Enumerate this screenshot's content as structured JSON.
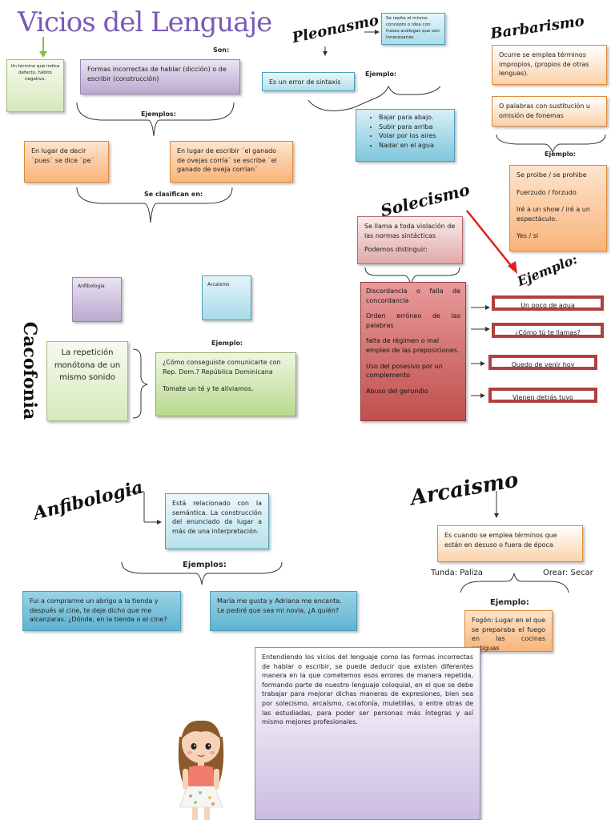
{
  "title": "Vicios del Lenguaje",
  "top": {
    "note": "Un término que indica defecto, hábito negativo.",
    "son_label": "Son:",
    "definition": "Formas incorrectas de hablar (dicción) o de escribir (construcción)",
    "ejemplos_label": "Ejemplos:",
    "example1": "En lugar de decir ¨pues¨ se dice ¨pe¨",
    "example2": "En lugar de escribir ¨el ganado de ovejas corría¨ se escribe ¨el ganado de oveja corrían¨",
    "clasifican_label": "Se clasifican en:",
    "class1": "Anfibología",
    "class2": "Arcaismo"
  },
  "pleonasmo": {
    "title": "Pleonasmo",
    "definition": "Se repite el mismo concepto o idea con frases análogas que son innecesarias",
    "error": "Es un error de sintaxis",
    "ejemplo_label": "Ejemplo:",
    "examples": [
      "Bajar para abajo.",
      "Subir para arriba",
      "Volar por los aires",
      "Nadar en el agua"
    ]
  },
  "barbarismo": {
    "title": "Barbarismo",
    "definition": "Ocurre se emplea términos impropios, (propios de otras lenguas).",
    "definition2": "O palabras con sustitución u omisión de fonemas",
    "ejemplo_label": "Ejemplo:",
    "examples": [
      "Se proibe / se prohibe",
      "Fuerzudo / forzudo",
      "Iré a un show / iré a un espectáculo.",
      "Yes / si"
    ]
  },
  "solecismo": {
    "title": "Solecismo",
    "definition": "Se llama a toda violación de las normas sintácticas",
    "distinguish": "Podemos distinguir:",
    "items": [
      "Discordancia o falla de concordancia",
      "Orden erróneo de las palabras",
      "falta de régimen o mal empleo de las preposiciones.",
      "Uso del posesivo por un complemento",
      "Abuso del gerundio"
    ],
    "ejemplo_label": "Ejemplo:",
    "examples": [
      "Un poco de agua",
      "¿Cómo tú te llamas?",
      "Quedo de venir hoy",
      "Vienen detrás tuyo"
    ]
  },
  "cacofonia": {
    "title": "Cacofonia",
    "definition": "La repetición monótona de un mismo sonido",
    "ejemplo_label": "Ejemplo:",
    "example1": "¿Cómo conseguiste comunicarte con Rep. Dom.? República Dominicana",
    "example2": "Tomate un té y te aliviamos."
  },
  "anfibologia": {
    "title": "Anfibologia",
    "definition": "Está relacionado con la semántica. La construcción del enunciado da lugar a más de una interpretación.",
    "ejemplos_label": "Ejemplos:",
    "example1": "Fui a comprarme un abrigo a la tienda y después al cine, te deje dicho que me alcanzaras. ¿Dónde, en la tienda o el cine?",
    "example2": "María me gusta y Adriana me encanta. Le pediré que sea mi novia. ¿A quién?"
  },
  "arcaismo": {
    "title": "Arcaismo",
    "definition": "Es cuando se emplea términos que están en desuso o fuera de época",
    "pair1": "Tunda: Paliza",
    "pair2": "Orear: Secar",
    "ejemplo_label": "Ejemplo:",
    "example": "Fogón: Lugar en el que se preparaba el fuego en las cocinas antiguas"
  },
  "conclusion": "Entendiendo los vicios del lenguaje como las formas incorrectas de hablar o escribir, se puede deducir que existen diferentes manera en la que cometemos esos errores de manera repetida, formando parte de nuestro lenguaje coloquial, en el que se debe trabajar para mejorar dichas maneras de expresiones, bien sea por solecismo, arcaísmo, cacofonía, muletillas, o entre otras de las estudiadas, para poder ser personas más íntegras y así mismo mejores profesionales.",
  "colors": {
    "title": "#7a5ab5",
    "arrow_red": "#e02020",
    "arrow_green": "#7cc243",
    "frame_red": "#b04040"
  }
}
